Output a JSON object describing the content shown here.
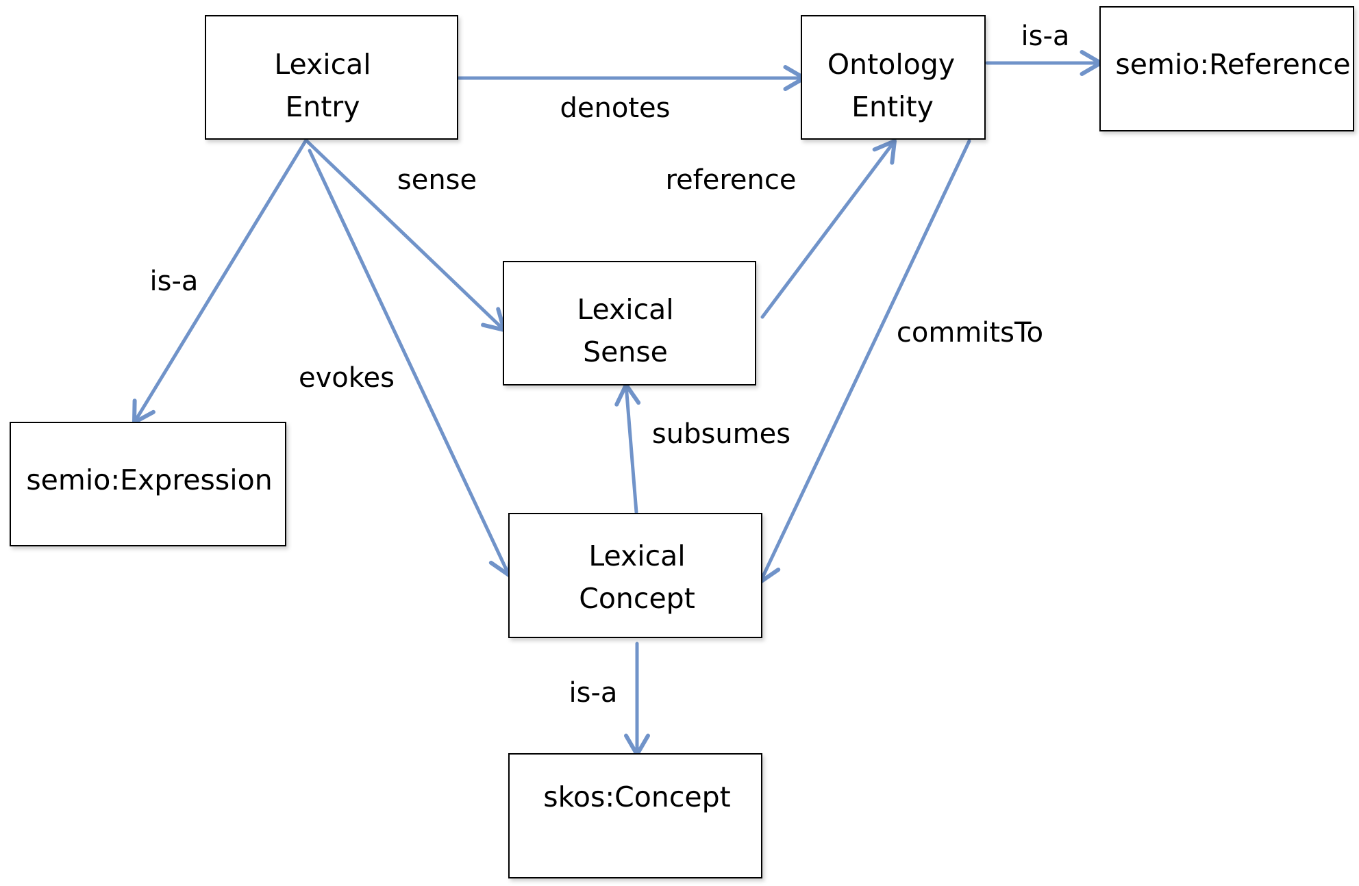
{
  "diagram": {
    "nodes": {
      "lexical_entry": {
        "lines": [
          "Lexical",
          "Entry"
        ]
      },
      "ontology_entity": {
        "lines": [
          "Ontology",
          "Entity"
        ]
      },
      "semio_reference": {
        "lines": [
          "semio:Reference"
        ]
      },
      "lexical_sense": {
        "lines": [
          "Lexical",
          "Sense"
        ]
      },
      "semio_expression": {
        "lines": [
          "semio:Expression"
        ]
      },
      "lexical_concept": {
        "lines": [
          "Lexical",
          "Concept"
        ]
      },
      "skos_concept": {
        "lines": [
          "skos:Concept"
        ]
      }
    },
    "edges": {
      "denotes": {
        "label": "denotes",
        "from": "Lexical Entry",
        "to": "Ontology Entity"
      },
      "is_a_reference": {
        "label": "is-a",
        "from": "Ontology Entity",
        "to": "semio:Reference"
      },
      "sense": {
        "label": "sense",
        "from": "Lexical Entry",
        "to": "Lexical Sense"
      },
      "reference": {
        "label": "reference",
        "from": "Lexical Sense",
        "to": "Ontology Entity"
      },
      "is_a_expression": {
        "label": "is-a",
        "from": "Lexical Entry",
        "to": "semio:Expression"
      },
      "evokes": {
        "label": "evokes",
        "from": "Lexical Entry",
        "to": "Lexical Concept"
      },
      "commits_to": {
        "label": "commitsTo",
        "from": "Ontology Entity",
        "to": "Lexical Concept"
      },
      "subsumes": {
        "label": "subsumes",
        "from": "Lexical Concept",
        "to": "Lexical Sense"
      },
      "is_a_skos": {
        "label": "is-a",
        "from": "Lexical Concept",
        "to": "skos:Concept"
      }
    },
    "colors": {
      "edge": "#7093c9",
      "node_border": "#000000",
      "text": "#000000"
    }
  }
}
